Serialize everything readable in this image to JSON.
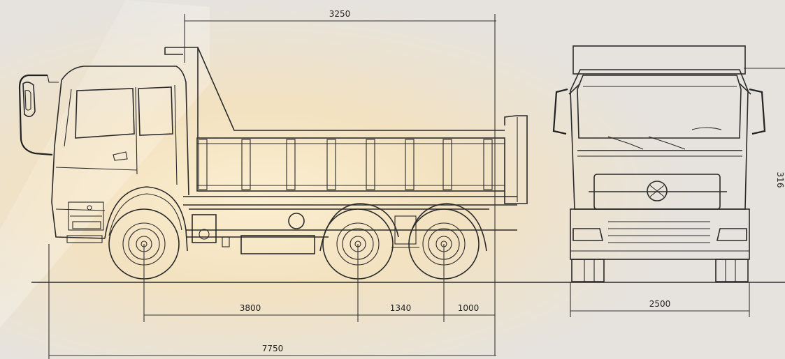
{
  "dimensions": {
    "body_length": "3250",
    "wheelbase_front": "3800",
    "wheelbase_rear": "1340",
    "rear_overhang": "1000",
    "overall_length": "7750",
    "width": "2500",
    "height_partial": "316"
  },
  "colors": {
    "line": "#2a2a2a",
    "paper": "#e9e5df",
    "glow": "#f6e2b0"
  }
}
